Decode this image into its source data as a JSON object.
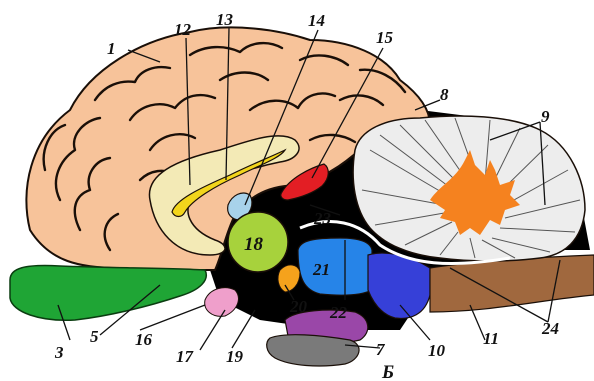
{
  "figure": {
    "caption": "Б",
    "labels": {
      "n1": "1",
      "n3": "3",
      "n5": "5",
      "n7": "7",
      "n8": "8",
      "n9": "9",
      "n10": "10",
      "n11": "11",
      "n12": "12",
      "n13": "13",
      "n14": "14",
      "n15": "15",
      "n16": "16",
      "n17": "17",
      "n18": "18",
      "n19": "19",
      "n20": "20",
      "n21": "21",
      "n22": "22",
      "n23": "23",
      "n24": "24"
    },
    "colors": {
      "cortex": "#f7c39a",
      "background": "#000000",
      "olfactory": "#1fa535",
      "corpus_callosum": "#f3eab6",
      "callosum_core": "#f2d51c",
      "fornix": "#a8d2ea",
      "red_structure": "#e31e24",
      "thalamus": "#a7d23c",
      "hypothalamus": "#2684e8",
      "midbrain": "#3640d8",
      "medulla": "#a0683e",
      "pituitary_purple": "#9a47a8",
      "pituitary_gray": "#7a7a7a",
      "pink": "#ef9fcb",
      "cerebellum_white": "#ededed",
      "arbor_vitae": "#f5821f",
      "orange_small": "#f5a21c"
    }
  }
}
